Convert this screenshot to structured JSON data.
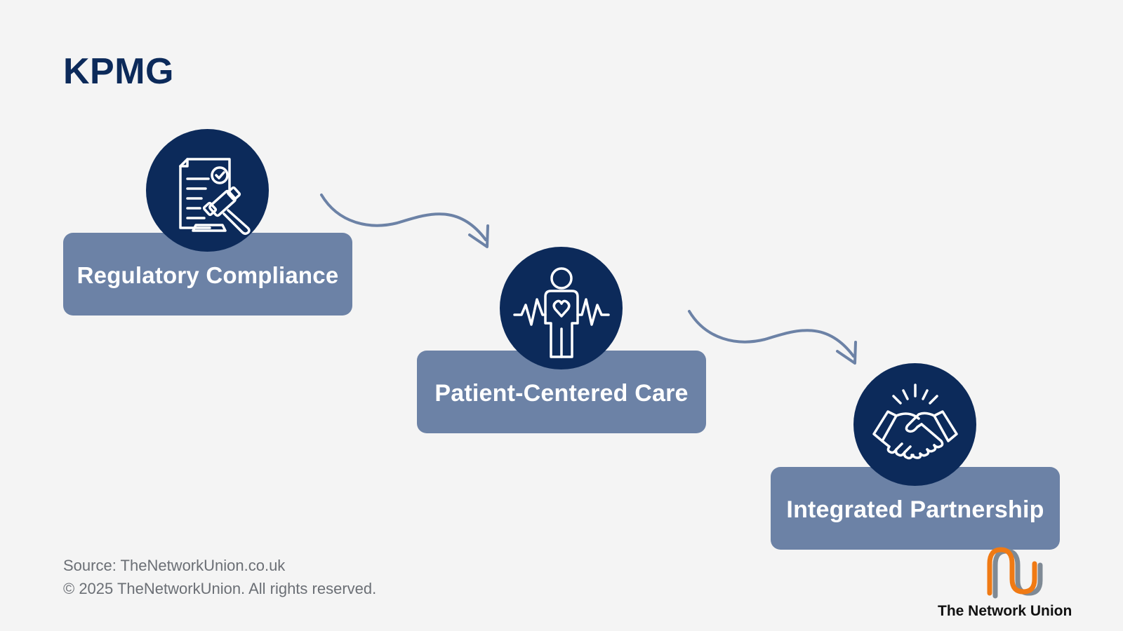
{
  "title": "KPMG",
  "steps": [
    {
      "label": "Regulatory Compliance",
      "icon": "compliance-gavel-icon"
    },
    {
      "label": "Patient-Centered Care",
      "icon": "patient-heartbeat-icon"
    },
    {
      "label": "Integrated Partnership",
      "icon": "handshake-icon"
    }
  ],
  "footer": {
    "source": "Source: TheNetworkUnion.co.uk",
    "copyright": "© 2025 TheNetworkUnion. All rights reserved."
  },
  "logo": {
    "text": "The Network Union"
  },
  "colors": {
    "background": "#f4f4f4",
    "title": "#0c2a5a",
    "box": "#6c82a6",
    "circle": "#0c2a5a",
    "arrow": "#6c82a6",
    "logo_orange": "#f07a14",
    "logo_gray": "#7f8a95"
  }
}
